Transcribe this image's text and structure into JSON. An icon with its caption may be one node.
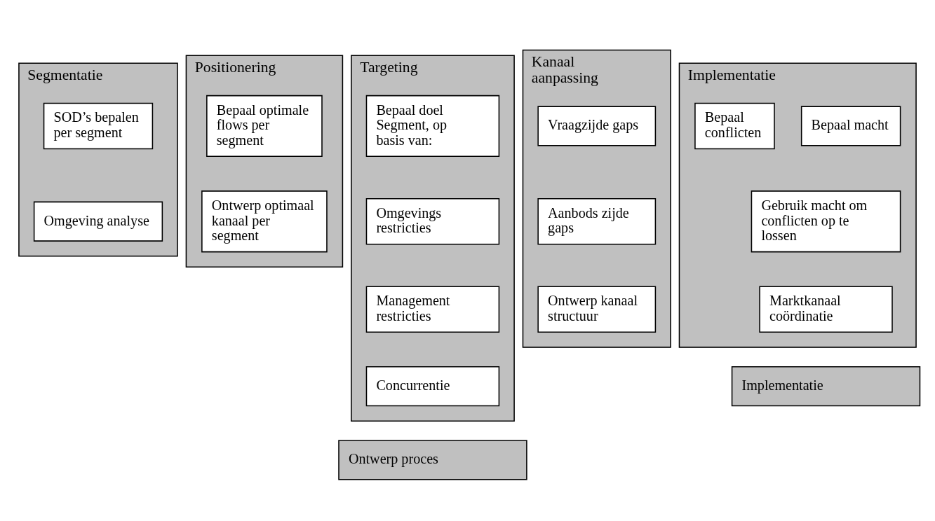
{
  "diagram": {
    "nodes": [
      {
        "text": [
          "Segmentatie"
        ]
      },
      {
        "text": [
          "SOD’s bepalen per segment"
        ],
        "in": 0
      },
      {
        "text": [
          "Omgeving analyse"
        ],
        "in": 0
      },
      {
        "text": [
          "Positionering"
        ]
      },
      {
        "text": [
          "Bepaal optimale flows per segment"
        ],
        "in": 3
      },
      {
        "text": [
          "Ontwerp optimaal kanaal per segment"
        ],
        "in": 3
      },
      {
        "text": [
          "Targeting"
        ]
      },
      {
        "text": [
          "Bepaal doel Segment, op basis van:"
        ],
        "in": 6
      },
      {
        "text": [
          "Omgevings restricties"
        ],
        "in": 6
      },
      {
        "text": [
          "Management restricties"
        ],
        "in": 6
      },
      {
        "text": [
          "Concurrentie"
        ],
        "in": 6
      },
      {
        "text": [
          "Kanaal aanpassing"
        ]
      },
      {
        "text": [
          "Vraagzijde gaps"
        ],
        "in": 11
      },
      {
        "text": [
          "Aanbods zijde gaps"
        ],
        "in": 11
      },
      {
        "text": [
          "Ontwerp kanaal structuur"
        ],
        "in": 11
      },
      {
        "text": [
          "Implementatie"
        ]
      },
      {
        "text": [
          "Bepaal macht"
        ],
        "in": 15
      },
      {
        "text": [
          "Bepaal conflicten"
        ],
        "in": 15
      },
      {
        "text": [
          "Gebruik macht om conflicten op te lossen"
        ],
        "in": 15
      },
      {
        "text": [
          "Marktkanaal coördinatie"
        ],
        "in": 15
      },
      {
        "text": [
          "Ontwerp proces"
        ]
      },
      {
        "text": [
          "Implementatie"
        ]
      }
    ],
    "edges": []
  }
}
